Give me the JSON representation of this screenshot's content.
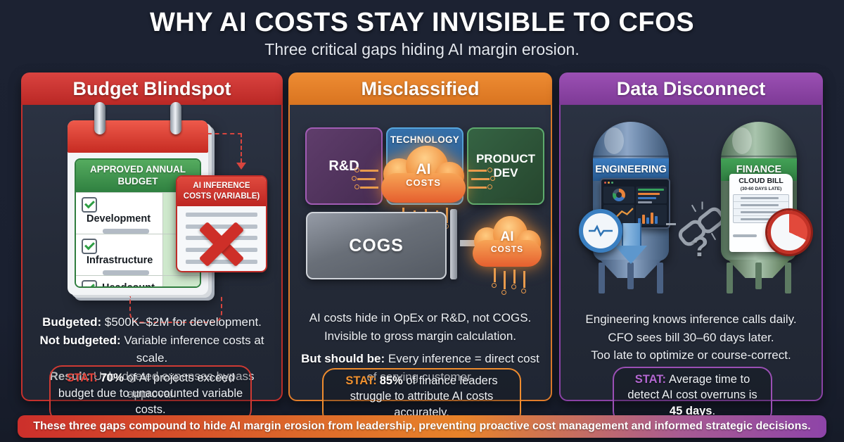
{
  "header": {
    "title": "WHY AI COSTS STAY INVISIBLE TO CFOS",
    "subtitle": "Three critical gaps hiding AI margin erosion."
  },
  "panel1": {
    "title": "Budget Blindspot",
    "calendar": {
      "header": "APPROVED ANNUAL BUDGET",
      "items": [
        "Development",
        "Infrastructure",
        "Headcount"
      ]
    },
    "rejected_card": {
      "title": "AI INFERENCE COSTS (VARIABLE)"
    },
    "lines": [
      {
        "b": "Budgeted:",
        "t": " $500K–$2M for development."
      },
      {
        "b": "Not budgeted:",
        "t": " Variable inference costs at scale."
      },
      {
        "b": "Result:",
        "t": " Unbudgeted expenses bypass approval."
      }
    ],
    "stat": {
      "label": "STAT:",
      "pre": "",
      "strong": "70%",
      "post": " of AI projects exceed budget due to unaccounted variable costs."
    }
  },
  "panel2": {
    "title": "Misclassified",
    "boxes": {
      "rd": "R&D",
      "tech": "TECHNOLOGY",
      "product": "PRODUCT DEV",
      "cogs": "COGS"
    },
    "cloud": {
      "line1": "AI",
      "line2": "COSTS"
    },
    "lines": [
      {
        "b": "",
        "t": "AI costs hide in OpEx or R&D, not COGS."
      },
      {
        "b": "",
        "t": "Invisible to gross margin calculation."
      },
      {
        "b": "But should be:",
        "t": " Every inference = direct cost of serving customer."
      }
    ],
    "stat": {
      "label": "STAT:",
      "pre": "",
      "strong": "85%",
      "post": " of finance leaders struggle to attribute AI costs accurately."
    }
  },
  "panel3": {
    "title": "Data Disconnect",
    "tanks": {
      "left": "ENGINEERING",
      "right": "FINANCE"
    },
    "bill": {
      "title": "CLOUD BILL",
      "subtitle": "(30-60 DAYS LATE)"
    },
    "question": "?",
    "lines": [
      {
        "t": "Engineering knows inference calls daily."
      },
      {
        "t": "CFO sees bill 30–60 days later."
      },
      {
        "t": "Too late to optimize or course-correct."
      }
    ],
    "stat": {
      "label": "STAT:",
      "pre": "Average time to detect AI cost overruns is ",
      "strong": "45 days",
      "post": "."
    }
  },
  "footer": {
    "text": "These three gaps compound to hide AI margin erosion from leadership, preventing proactive cost management and informed strategic decisions."
  },
  "colors": {
    "red": "#c5312d",
    "orange": "#e07d2b",
    "purple": "#8a42a5"
  }
}
